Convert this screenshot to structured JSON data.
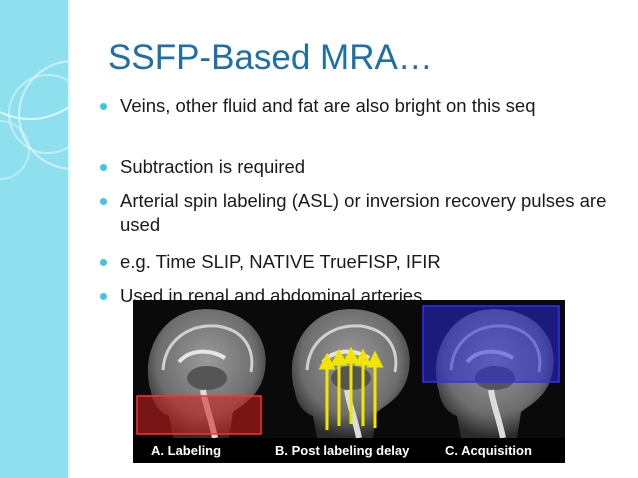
{
  "slide": {
    "title": "SSFP-Based MRA…",
    "bullets": [
      "Veins, other fluid and fat are also bright on this seq",
      "Subtraction is required",
      "Arterial spin labeling (ASL) or inversion recovery pulses are used",
      "e.g. Time SLIP, NATIVE TrueFISP, IFIR",
      "Used in renal and abdominal arteries"
    ]
  },
  "figure": {
    "captions": [
      "A. Labeling",
      "B. Post labeling delay",
      "C. Acquisition"
    ],
    "colors": {
      "labeling_box": "#d42020",
      "flow_arrows": "#f2e600",
      "acquisition_box": "#2a2ad8"
    }
  },
  "theme": {
    "title_color": "#1c6fa8",
    "bullet_color": "#3fc7dd",
    "band_color": "#8ee0ef"
  }
}
